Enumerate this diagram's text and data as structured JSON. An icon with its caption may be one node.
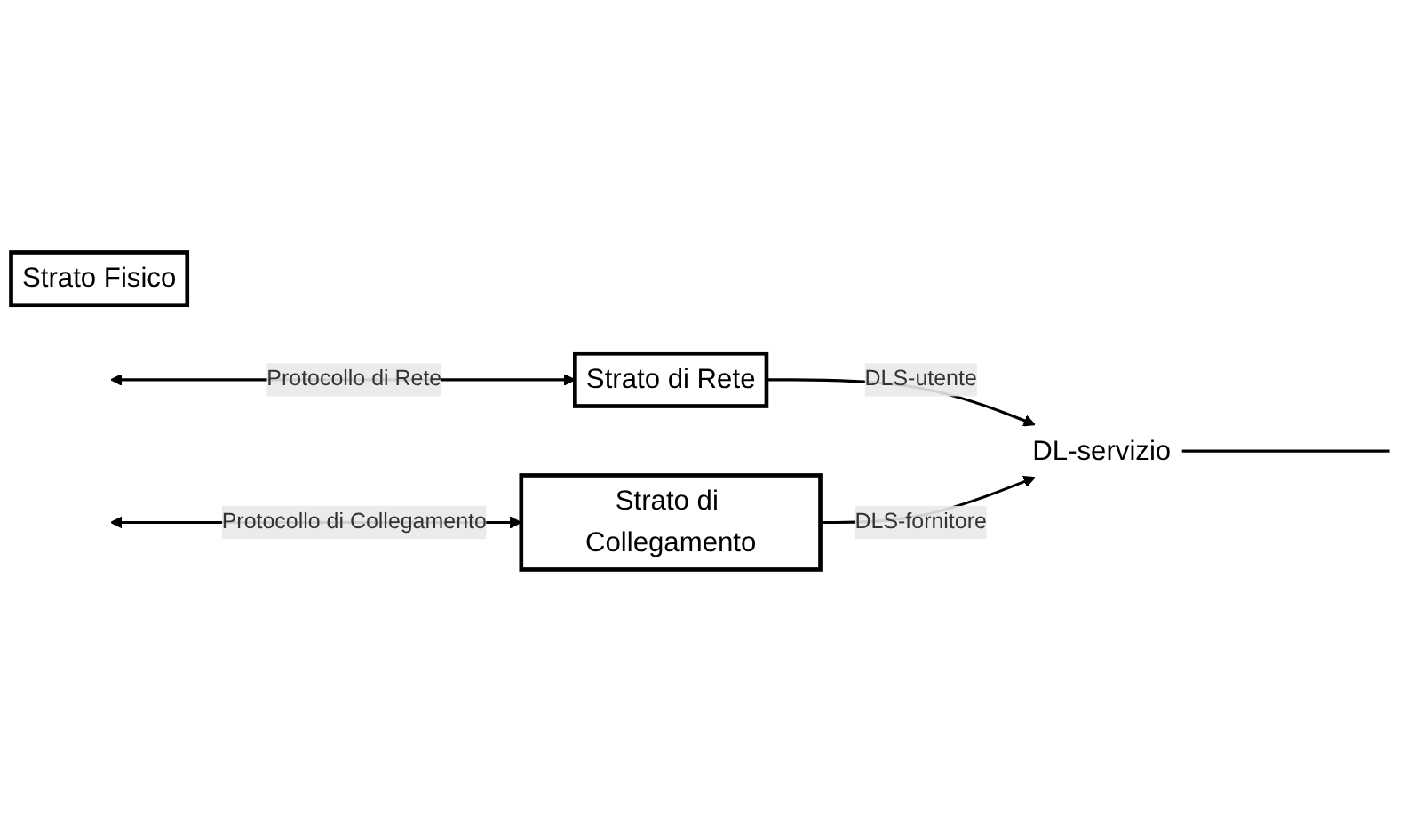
{
  "diagram": {
    "nodes": [
      {
        "text": [
          "Strato di Rete"
        ]
      },
      {
        "text": [
          "Strato di Collegamento"
        ]
      },
      {
        "text": [
          "Strato Fisico"
        ]
      },
      {
        "text": [
          "DL-servizio"
        ]
      }
    ],
    "edges": [
      {
        "from": null,
        "to": 0,
        "arrow": "both",
        "label": "Protocollo di Rete"
      },
      {
        "from": null,
        "to": 1,
        "arrow": "both",
        "label": "Protocollo di Collegamento"
      },
      {
        "from": 0,
        "to": 3,
        "arrow": "to",
        "label": "DLS-utente"
      },
      {
        "from": 1,
        "to": 3,
        "arrow": "to",
        "label": "DLS-fornitore"
      },
      {
        "from": 3,
        "to": null,
        "arrow": "none"
      }
    ]
  }
}
